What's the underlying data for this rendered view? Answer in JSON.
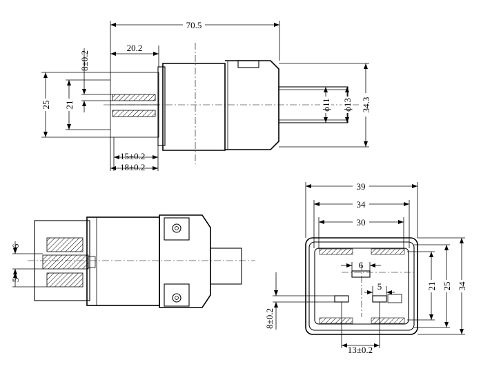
{
  "top_view": {
    "dim_total_length": "70.5",
    "dim_pin_length": "20.2",
    "dim_pin_width": "8±0.2",
    "dim_body_height": "25",
    "dim_pin_span": "21",
    "dim_inner_diameter": "ϕ11",
    "dim_outer_diameter": "ϕ13",
    "dim_rear_height": "34.3",
    "dim_pin_offset_a": "15±0.2",
    "dim_pin_offset_b": "18±0.2"
  },
  "side_view": {
    "dim_pin_thickness": "6",
    "dim_pin_gap": "5"
  },
  "front_view": {
    "dim_outer_width": "39",
    "dim_mid_width": "34",
    "dim_inner_width": "30",
    "dim_slot_width": "6",
    "dim_slot_small": "5",
    "dim_slot_height": "8±0.2",
    "dim_slot_spacing": "13±0.2",
    "dim_span_21": "21",
    "dim_span_25": "25",
    "dim_span_34": "34"
  }
}
